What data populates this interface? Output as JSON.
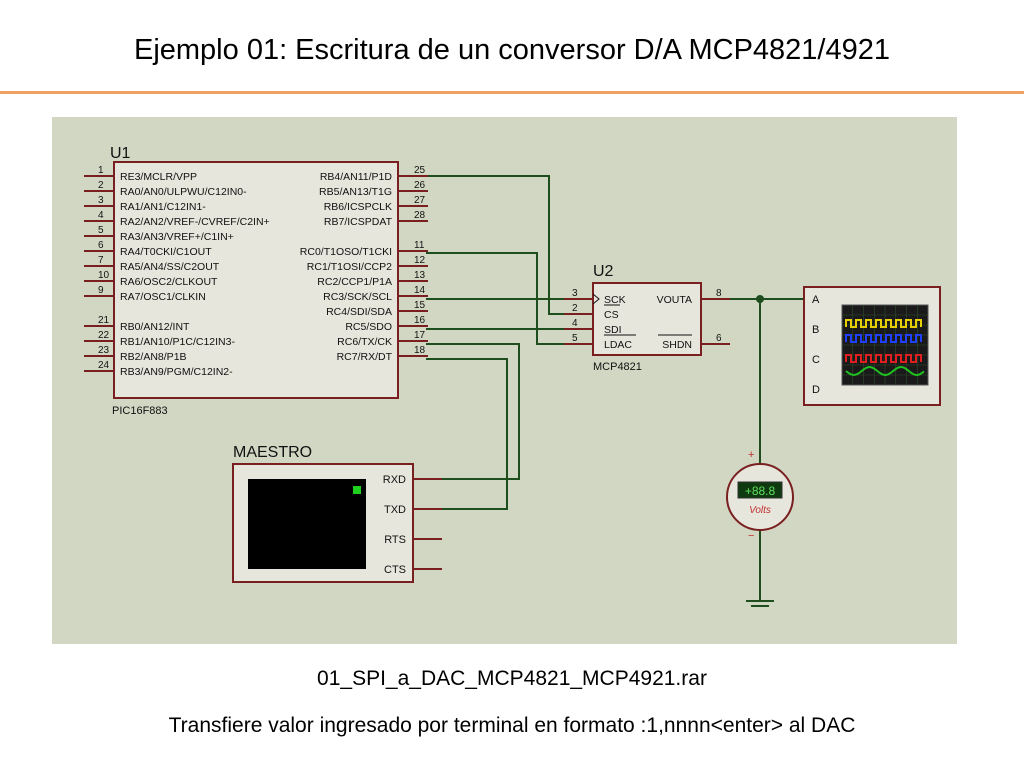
{
  "title": "Ejemplo 01: Escritura de un conversor D/A MCP4821/4921",
  "filename": "01_SPI_a_DAC_MCP4821_MCP4921.rar",
  "description": "Transfiere valor ingresado por terminal en formato :1,nnnn<enter> al DAC",
  "colors": {
    "accent_rule": "#f0a060",
    "schematic_bg": "#d2d7c3",
    "wire": "#1e4e1e",
    "component_border": "#7a1f1f",
    "component_fill": "#e6e6dc"
  },
  "u1": {
    "ref": "U1",
    "part": "PIC16F883",
    "left_pins": [
      {
        "num": "1",
        "label": "RE3/MCLR/VPP"
      },
      {
        "num": "2",
        "label": "RA0/AN0/ULPWU/C12IN0-"
      },
      {
        "num": "3",
        "label": "RA1/AN1/C12IN1-"
      },
      {
        "num": "4",
        "label": "RA2/AN2/VREF-/CVREF/C2IN+"
      },
      {
        "num": "5",
        "label": "RA3/AN3/VREF+/C1IN+"
      },
      {
        "num": "6",
        "label": "RA4/T0CKI/C1OUT"
      },
      {
        "num": "7",
        "label": "RA5/AN4/SS/C2OUT"
      },
      {
        "num": "10",
        "label": "RA6/OSC2/CLKOUT"
      },
      {
        "num": "9",
        "label": "RA7/OSC1/CLKIN"
      },
      {
        "num": "21",
        "label": "RB0/AN12/INT"
      },
      {
        "num": "22",
        "label": "RB1/AN10/P1C/C12IN3-"
      },
      {
        "num": "23",
        "label": "RB2/AN8/P1B"
      },
      {
        "num": "24",
        "label": "RB3/AN9/PGM/C12IN2-"
      }
    ],
    "right_pins": [
      {
        "num": "25",
        "label": "RB4/AN11/P1D"
      },
      {
        "num": "26",
        "label": "RB5/AN13/T1G"
      },
      {
        "num": "27",
        "label": "RB6/ICSPCLK"
      },
      {
        "num": "28",
        "label": "RB7/ICSPDAT"
      },
      {
        "num": "11",
        "label": "RC0/T1OSO/T1CKI"
      },
      {
        "num": "12",
        "label": "RC1/T1OSI/CCP2"
      },
      {
        "num": "13",
        "label": "RC2/CCP1/P1A"
      },
      {
        "num": "14",
        "label": "RC3/SCK/SCL"
      },
      {
        "num": "15",
        "label": "RC4/SDI/SDA"
      },
      {
        "num": "16",
        "label": "RC5/SDO"
      },
      {
        "num": "17",
        "label": "RC6/TX/CK"
      },
      {
        "num": "18",
        "label": "RC7/RX/DT"
      }
    ]
  },
  "u2": {
    "ref": "U2",
    "part": "MCP4821",
    "left_pins": [
      {
        "num": "3",
        "label": "SCK"
      },
      {
        "num": "2",
        "label": "CS"
      },
      {
        "num": "4",
        "label": "SDI"
      },
      {
        "num": "5",
        "label": "LDAC"
      }
    ],
    "right_pins": [
      {
        "num": "8",
        "label": "VOUTA"
      },
      {
        "num": "6",
        "label": "SHDN"
      }
    ]
  },
  "maestro": {
    "ref": "MAESTRO",
    "pins": [
      "RXD",
      "TXD",
      "RTS",
      "CTS"
    ]
  },
  "scope": {
    "channels": [
      "A",
      "B",
      "C",
      "D"
    ],
    "trace_colors": [
      "#e8d000",
      "#2040ff",
      "#e02020",
      "#20c020"
    ]
  },
  "voltmeter": {
    "display": "+88.8",
    "unit": "Volts",
    "plus": "+",
    "minus": "−"
  }
}
